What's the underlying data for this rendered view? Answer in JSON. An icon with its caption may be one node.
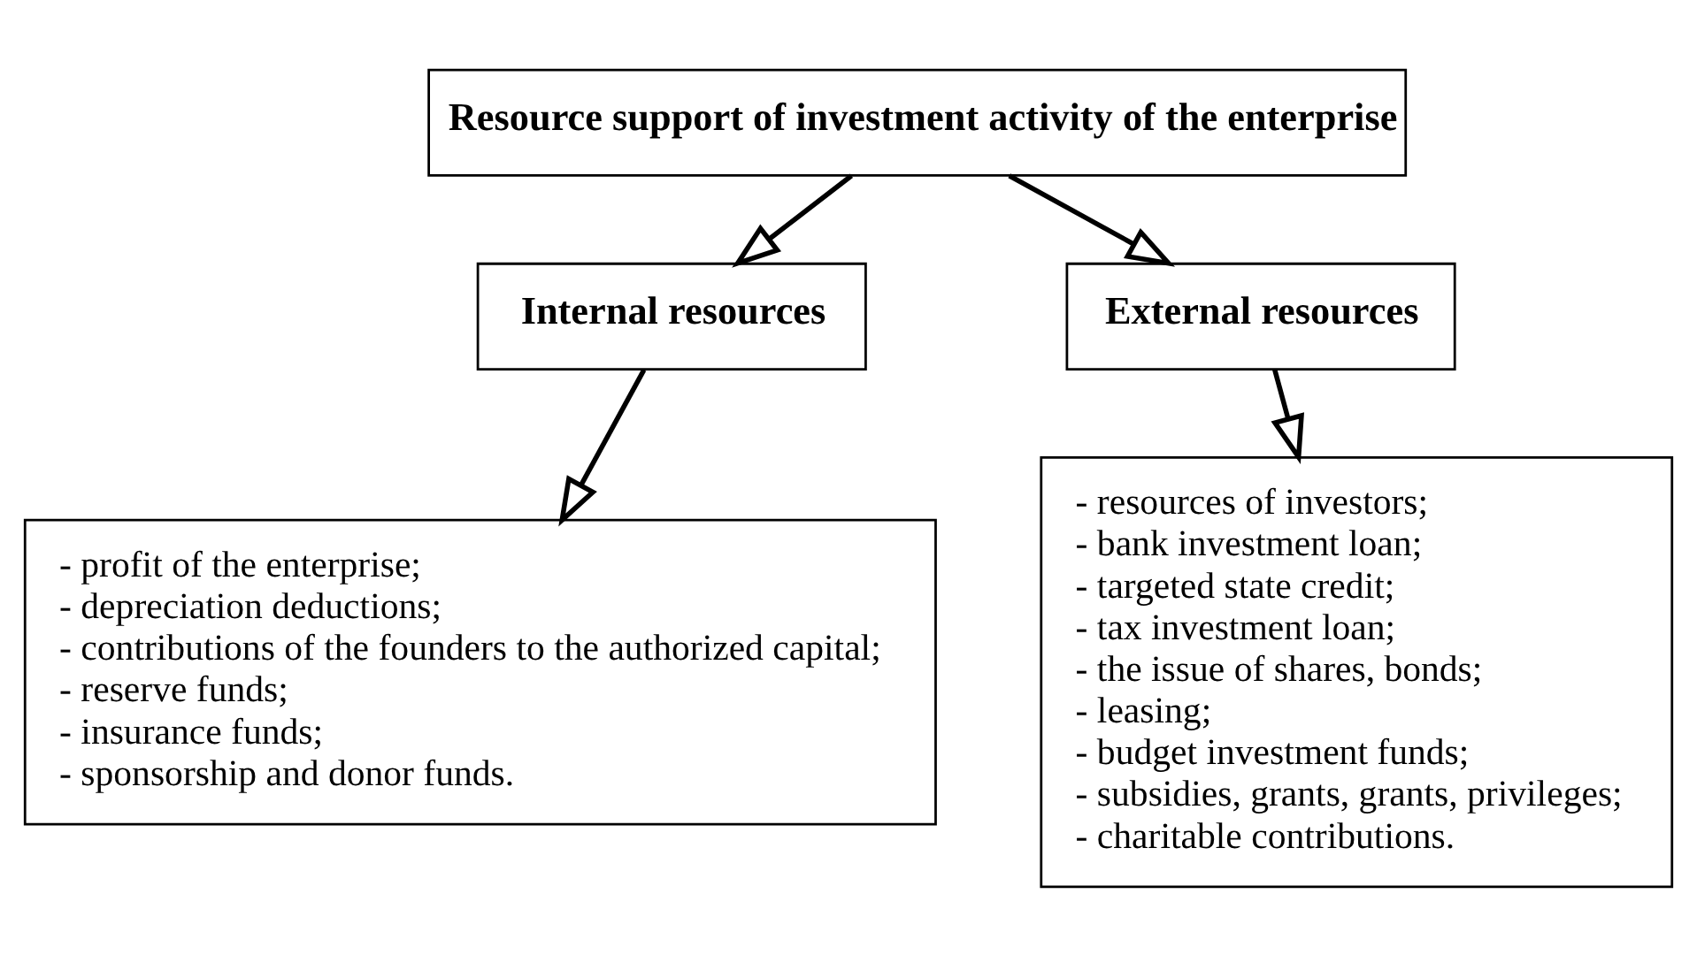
{
  "diagram": {
    "nodes": [
      {
        "text": [
          "Resource support of investment activity of the enterprise"
        ]
      },
      {
        "text": [
          "Internal resources"
        ]
      },
      {
        "text": [
          "External resources"
        ]
      },
      {
        "text": [
          "- profit of the enterprise;",
          "- depreciation deductions;",
          "- contributions of the founders to the authorized capital;",
          "- reserve funds;",
          "- insurance funds;",
          "- sponsorship and donor funds."
        ]
      },
      {
        "text": [
          "- resources of investors;",
          "- bank investment loan;",
          "- targeted state credit;",
          "- tax investment loan;",
          "- the issue of shares, bonds;",
          "- leasing;",
          "- budget investment funds;",
          "- subsidies, grants, grants, privileges;",
          "- charitable contributions."
        ]
      }
    ],
    "edges": [
      {
        "from": 0,
        "to": 1,
        "arrow": "to"
      },
      {
        "from": 0,
        "to": 2,
        "arrow": "to"
      },
      {
        "from": 1,
        "to": 3,
        "arrow": "to"
      },
      {
        "from": 2,
        "to": 4,
        "arrow": "to"
      }
    ]
  }
}
